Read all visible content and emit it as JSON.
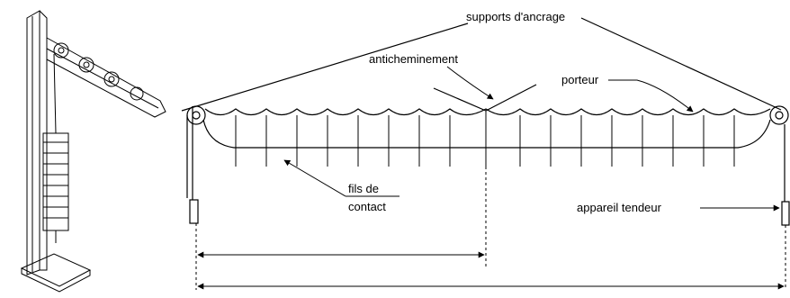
{
  "labels": {
    "supports": "supports d'ancrage",
    "antichem": "anticheminement",
    "porteur": "porteur",
    "fils_line1": "fils de",
    "fils_line2": "contact",
    "tendeur": "appareil tendeur"
  },
  "icons": [
    "tensioning-weight-stack-illustration",
    "pulley-icon",
    "arrowhead-icon"
  ],
  "colors": {
    "ink": "#000000",
    "background": "#ffffff"
  }
}
